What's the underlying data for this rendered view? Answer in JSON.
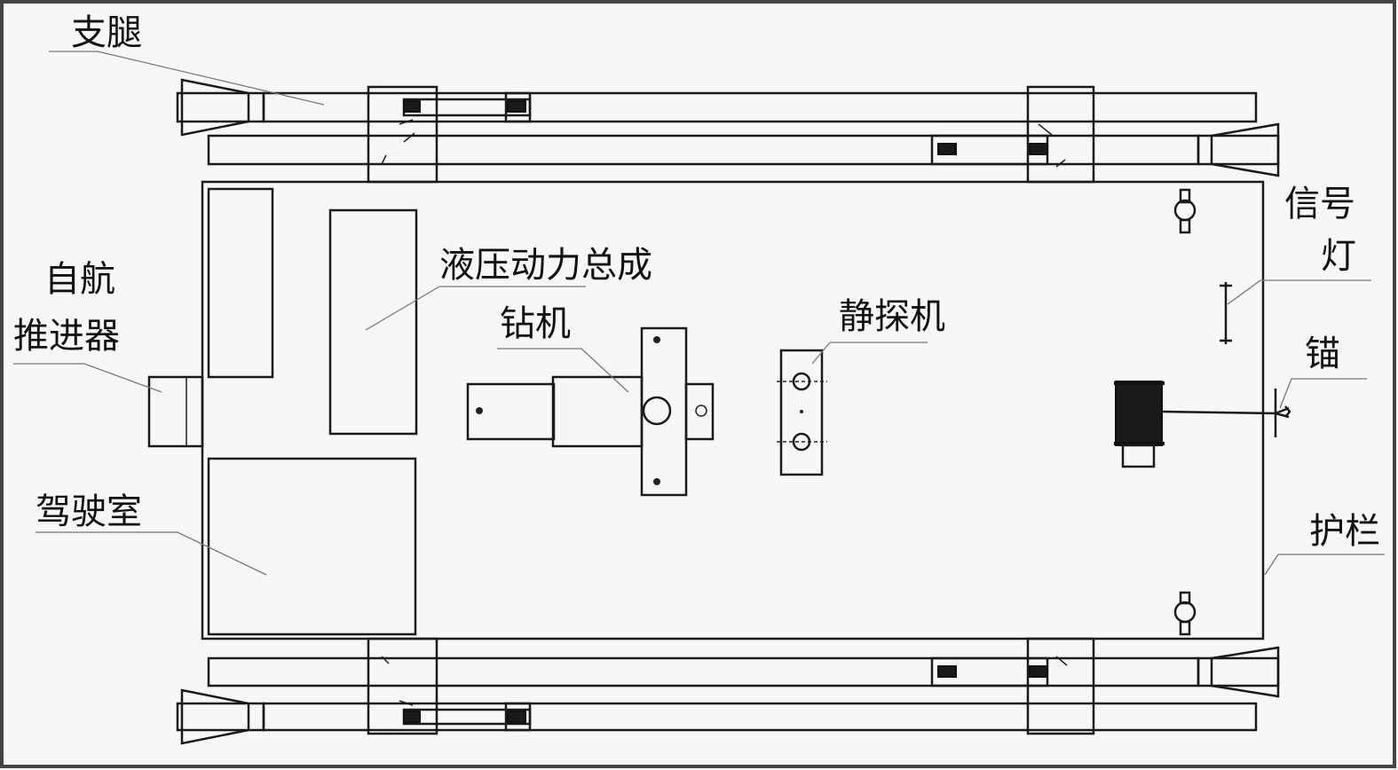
{
  "labels": {
    "outrigger": "支腿",
    "thruster_line1": "自航",
    "thruster_line2": "推进器",
    "hydraulic_power_unit": "液压动力总成",
    "drilling_rig": "钻机",
    "cone_penetrometer": "静探机",
    "signal_light_line1": "信号",
    "signal_light_line2": "灯",
    "anchor": "锚",
    "cab": "驾驶室",
    "guardrail": "护栏"
  }
}
